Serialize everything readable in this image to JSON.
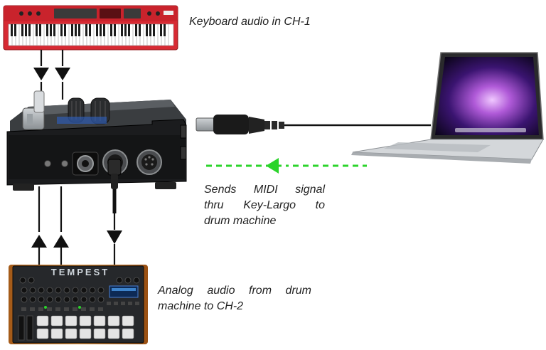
{
  "captions": {
    "keyboard": "Keyboard audio in CH-1",
    "midi_lines": [
      "Sends MIDI signal",
      "thru Key-Largo to",
      "drum machine"
    ],
    "analog_lines": [
      "Analog audio from drum",
      "machine to CH-2"
    ]
  },
  "devices": {
    "drum_machine_logo": "TEMPEST"
  },
  "colors": {
    "keyboard_red": "#d72a33",
    "midi_arrow_green": "#2bd42b",
    "cable_black": "#111111",
    "drum_wood": "#c77a2a"
  }
}
